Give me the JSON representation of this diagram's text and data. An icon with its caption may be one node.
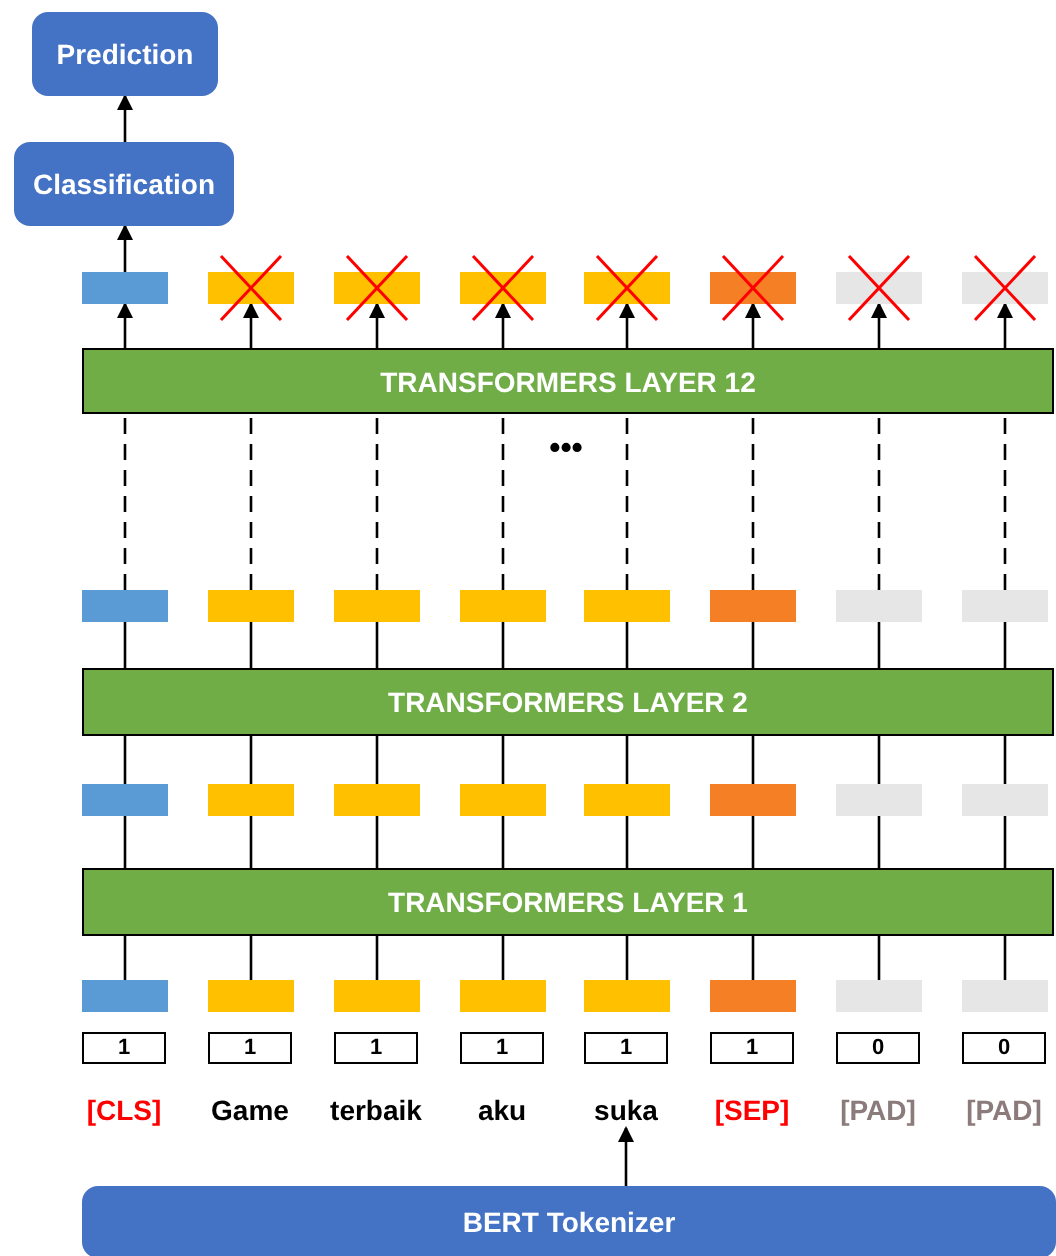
{
  "diagram": {
    "nodes": [
      {
        "text": [
          "Prediction"
        ]
      },
      {
        "text": [
          "Classification"
        ]
      },
      {
        "text": [],
        "shape": "bar"
      },
      {
        "text": [],
        "shape": "bar"
      },
      {
        "text": [],
        "shape": "bar"
      },
      {
        "text": [],
        "shape": "bar"
      },
      {
        "text": [],
        "shape": "bar"
      },
      {
        "text": [],
        "shape": "bar"
      },
      {
        "text": [],
        "shape": "bar"
      },
      {
        "text": [],
        "shape": "bar"
      },
      {
        "text": [
          "TRANSFORMERS LAYER 12"
        ]
      },
      {
        "text": [],
        "shape": "bar"
      },
      {
        "text": [],
        "shape": "bar"
      },
      {
        "text": [],
        "shape": "bar"
      },
      {
        "text": [],
        "shape": "bar"
      },
      {
        "text": [],
        "shape": "bar"
      },
      {
        "text": [],
        "shape": "bar"
      },
      {
        "text": [],
        "shape": "bar"
      },
      {
        "text": [],
        "shape": "bar"
      },
      {
        "text": [
          "TRANSFORMERS LAYER 2"
        ]
      },
      {
        "text": [],
        "shape": "bar"
      },
      {
        "text": [],
        "shape": "bar"
      },
      {
        "text": [],
        "shape": "bar"
      },
      {
        "text": [],
        "shape": "bar"
      },
      {
        "text": [],
        "shape": "bar"
      },
      {
        "text": [],
        "shape": "bar"
      },
      {
        "text": [],
        "shape": "bar"
      },
      {
        "text": [],
        "shape": "bar"
      },
      {
        "text": [
          "TRANSFORMERS LAYER 1"
        ]
      },
      {
        "text": [],
        "shape": "bar"
      },
      {
        "text": [],
        "shape": "bar"
      },
      {
        "text": [],
        "shape": "bar"
      },
      {
        "text": [],
        "shape": "bar"
      },
      {
        "text": [],
        "shape": "bar"
      },
      {
        "text": [],
        "shape": "bar"
      },
      {
        "text": [],
        "shape": "bar"
      },
      {
        "text": [],
        "shape": "bar"
      },
      {
        "text": [
          "1"
        ]
      },
      {
        "text": [
          "1"
        ]
      },
      {
        "text": [
          "1"
        ]
      },
      {
        "text": [
          "1"
        ]
      },
      {
        "text": [
          "1"
        ]
      },
      {
        "text": [
          "1"
        ]
      },
      {
        "text": [
          "0"
        ]
      },
      {
        "text": [
          "0"
        ]
      },
      {
        "text": [
          "[CLS]"
        ]
      },
      {
        "text": [
          "Game"
        ]
      },
      {
        "text": [
          "terbaik"
        ]
      },
      {
        "text": [
          "aku"
        ]
      },
      {
        "text": [
          "suka"
        ]
      },
      {
        "text": [
          "[SEP]"
        ]
      },
      {
        "text": [
          "[PAD]"
        ]
      },
      {
        "text": [
          "[PAD]"
        ]
      },
      {
        "text": [
          "BERT Tokenizer"
        ]
      }
    ],
    "edges": [
      {
        "from": 1,
        "to": 0,
        "arrow": "to"
      },
      {
        "from": 2,
        "to": 1,
        "arrow": "to"
      },
      {
        "from": 10,
        "to": 2,
        "arrow": "to"
      },
      {
        "from": 10,
        "to": 3,
        "arrow": "to"
      },
      {
        "from": 10,
        "to": 4,
        "arrow": "to"
      },
      {
        "from": 10,
        "to": 5,
        "arrow": "to"
      },
      {
        "from": 10,
        "to": 6,
        "arrow": "to"
      },
      {
        "from": 10,
        "to": 7,
        "arrow": "to"
      },
      {
        "from": 10,
        "to": 8,
        "arrow": "to"
      },
      {
        "from": 10,
        "to": 9,
        "arrow": "to"
      },
      {
        "from": 11,
        "to": 10,
        "arrow": "none",
        "style": "dashed"
      },
      {
        "from": 12,
        "to": 10,
        "arrow": "none",
        "style": "dashed"
      },
      {
        "from": 13,
        "to": 10,
        "arrow": "none",
        "style": "dashed"
      },
      {
        "from": 14,
        "to": 10,
        "arrow": "none",
        "style": "dashed"
      },
      {
        "from": 15,
        "to": 10,
        "arrow": "none",
        "style": "dashed"
      },
      {
        "from": 16,
        "to": 10,
        "arrow": "none",
        "style": "dashed"
      },
      {
        "from": 17,
        "to": 10,
        "arrow": "none",
        "style": "dashed"
      },
      {
        "from": 18,
        "to": 10,
        "arrow": "none",
        "style": "dashed"
      },
      {
        "from": 19,
        "to": 11,
        "arrow": "none"
      },
      {
        "from": 19,
        "to": 12,
        "arrow": "none"
      },
      {
        "from": 19,
        "to": 13,
        "arrow": "none"
      },
      {
        "from": 19,
        "to": 14,
        "arrow": "none"
      },
      {
        "from": 19,
        "to": 15,
        "arrow": "none"
      },
      {
        "from": 19,
        "to": 16,
        "arrow": "none"
      },
      {
        "from": 19,
        "to": 17,
        "arrow": "none"
      },
      {
        "from": 19,
        "to": 18,
        "arrow": "none"
      },
      {
        "from": 20,
        "to": 19,
        "arrow": "none"
      },
      {
        "from": 21,
        "to": 19,
        "arrow": "none"
      },
      {
        "from": 22,
        "to": 19,
        "arrow": "none"
      },
      {
        "from": 23,
        "to": 19,
        "arrow": "none"
      },
      {
        "from": 24,
        "to": 19,
        "arrow": "none"
      },
      {
        "from": 25,
        "to": 19,
        "arrow": "none"
      },
      {
        "from": 26,
        "to": 19,
        "arrow": "none"
      },
      {
        "from": 27,
        "to": 19,
        "arrow": "none"
      },
      {
        "from": 28,
        "to": 20,
        "arrow": "none"
      },
      {
        "from": 28,
        "to": 21,
        "arrow": "none"
      },
      {
        "from": 28,
        "to": 22,
        "arrow": "none"
      },
      {
        "from": 28,
        "to": 23,
        "arrow": "none"
      },
      {
        "from": 28,
        "to": 24,
        "arrow": "none"
      },
      {
        "from": 28,
        "to": 25,
        "arrow": "none"
      },
      {
        "from": 28,
        "to": 26,
        "arrow": "none"
      },
      {
        "from": 28,
        "to": 27,
        "arrow": "none"
      },
      {
        "from": 29,
        "to": 28,
        "arrow": "none"
      },
      {
        "from": 30,
        "to": 28,
        "arrow": "none"
      },
      {
        "from": 31,
        "to": 28,
        "arrow": "none"
      },
      {
        "from": 32,
        "to": 28,
        "arrow": "none"
      },
      {
        "from": 33,
        "to": 28,
        "arrow": "none"
      },
      {
        "from": 34,
        "to": 28,
        "arrow": "none"
      },
      {
        "from": 35,
        "to": 28,
        "arrow": "none"
      },
      {
        "from": 36,
        "to": 28,
        "arrow": "none"
      },
      {
        "from": 53,
        "to": 49,
        "arrow": "to"
      }
    ],
    "labels": [
      "•••"
    ]
  }
}
